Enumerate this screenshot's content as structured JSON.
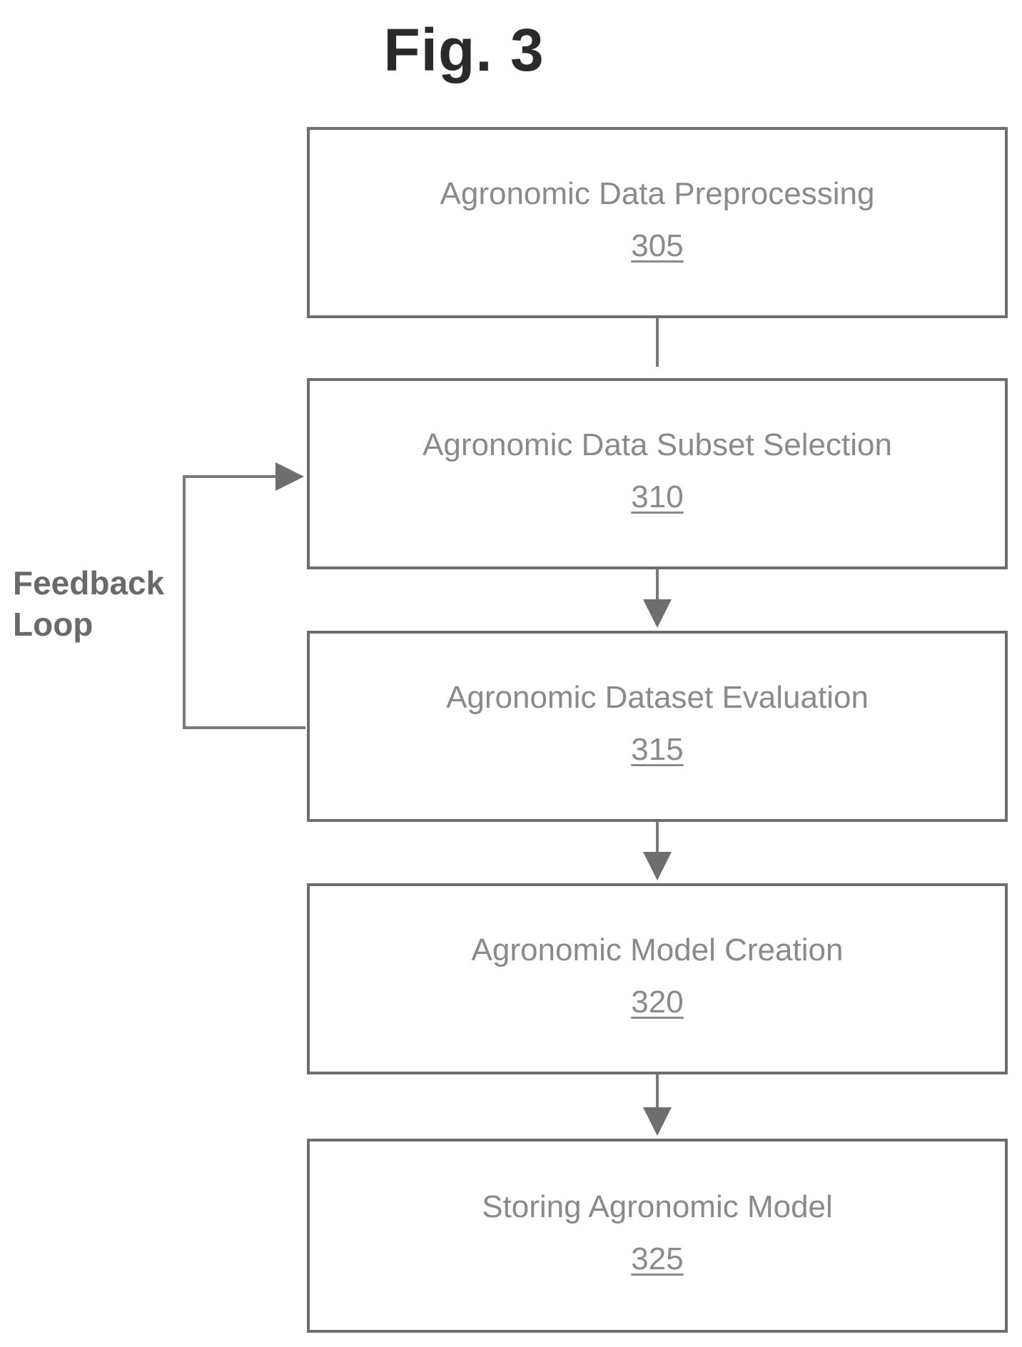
{
  "figure": {
    "title": "Fig. 3"
  },
  "steps": [
    {
      "label": "Agronomic Data Preprocessing",
      "ref": "305"
    },
    {
      "label": "Agronomic Data Subset Selection",
      "ref": "310"
    },
    {
      "label": "Agronomic Dataset Evaluation",
      "ref": "315"
    },
    {
      "label": "Agronomic Model Creation",
      "ref": "320"
    },
    {
      "label": "Storing Agronomic Model",
      "ref": "325"
    }
  ],
  "feedback": {
    "line1": "Feedback",
    "line2": "Loop"
  },
  "colors": {
    "box_border": "#6e6e6e",
    "text": "#8a8a8a",
    "connector": "#7a7a7a"
  }
}
